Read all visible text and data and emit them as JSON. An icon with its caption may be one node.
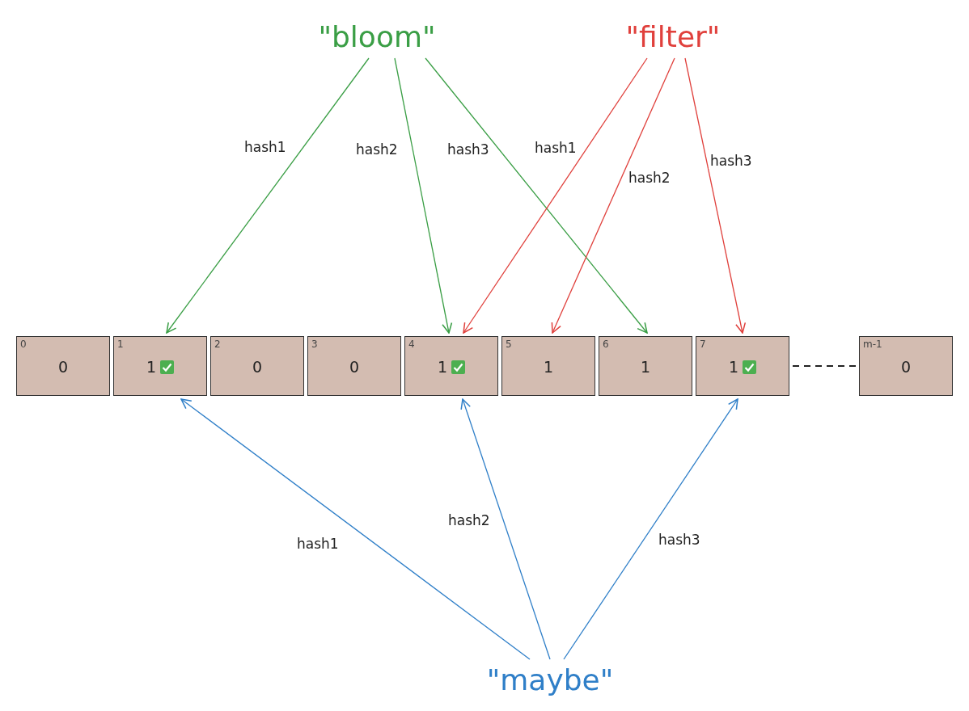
{
  "diagram": {
    "nodes": [
      {
        "text": [
          "\"bloom\""
        ]
      },
      {
        "text": [
          "\"filter\""
        ]
      },
      {
        "text": [
          "0",
          "0"
        ]
      },
      {
        "text": [
          "1",
          "1"
        ]
      },
      {
        "text": [
          "2",
          "0"
        ]
      },
      {
        "text": [
          "3",
          "0"
        ]
      },
      {
        "text": [
          "4",
          "1"
        ]
      },
      {
        "text": [
          "5",
          "1"
        ]
      },
      {
        "text": [
          "6",
          "1"
        ]
      },
      {
        "text": [
          "7",
          "1"
        ]
      },
      {
        "text": [
          "m-1",
          "0"
        ]
      },
      {
        "text": [
          "\"maybe\""
        ]
      }
    ],
    "edges": [
      {
        "from": 0,
        "to": 3,
        "arrow": "to",
        "label": "hash1",
        "color": "#3a9e45"
      },
      {
        "from": 0,
        "to": 6,
        "arrow": "to",
        "label": "hash2",
        "color": "#3a9e45"
      },
      {
        "from": 0,
        "to": 8,
        "arrow": "to",
        "label": "hash3",
        "color": "#3a9e45"
      },
      {
        "from": 1,
        "to": 6,
        "arrow": "to",
        "label": "hash1",
        "color": "#e0403c"
      },
      {
        "from": 1,
        "to": 7,
        "arrow": "to",
        "label": "hash2",
        "color": "#e0403c"
      },
      {
        "from": 1,
        "to": 9,
        "arrow": "to",
        "label": "hash3",
        "color": "#e0403c"
      },
      {
        "from": 11,
        "to": 3,
        "arrow": "to",
        "label": "hash1",
        "color": "#2f7fc8"
      },
      {
        "from": 11,
        "to": 6,
        "arrow": "to",
        "label": "hash2",
        "color": "#2f7fc8"
      },
      {
        "from": 11,
        "to": 9,
        "arrow": "to",
        "label": "hash3",
        "color": "#2f7fc8"
      },
      {
        "from": 9,
        "to": 10,
        "arrow": "none",
        "style": "dashed",
        "color": "#222222"
      }
    ]
  }
}
